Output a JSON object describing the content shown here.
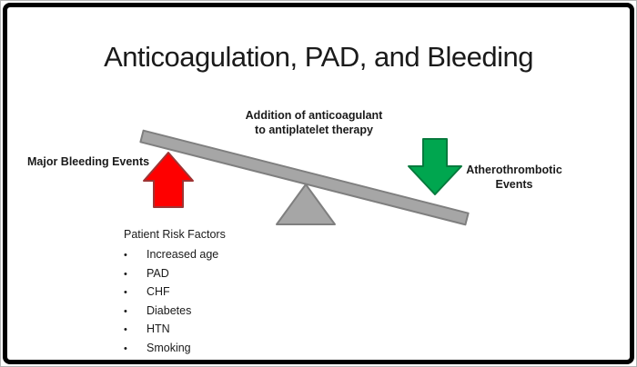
{
  "slide": {
    "title": "Anticoagulation, PAD, and Bleeding",
    "background": "#ffffff",
    "frame_border_color": "#000000"
  },
  "seesaw": {
    "beam_fill": "#a6a6a6",
    "beam_stroke": "#7f7f7f",
    "fulcrum_fill": "#a6a6a6",
    "fulcrum_stroke": "#7f7f7f"
  },
  "arrows": {
    "bleeding_up_arrow": {
      "fill": "#fe0000",
      "stroke": "#9e3434"
    },
    "atherothrombotic_down_arrow": {
      "fill": "#00a64f",
      "stroke": "#077a3d"
    }
  },
  "labels": {
    "addition_line1": "Addition of anticoagulant",
    "addition_line2": "to antiplatelet therapy",
    "major_bleeding": "Major Bleeding Events",
    "athero_line1": "Atherothrombotic",
    "athero_line2": "Events"
  },
  "risk_factors": {
    "heading": "Patient Risk Factors",
    "bullet_glyph": "•",
    "items": [
      "Increased age",
      "PAD",
      "CHF",
      "Diabetes",
      "HTN",
      "Smoking"
    ]
  }
}
